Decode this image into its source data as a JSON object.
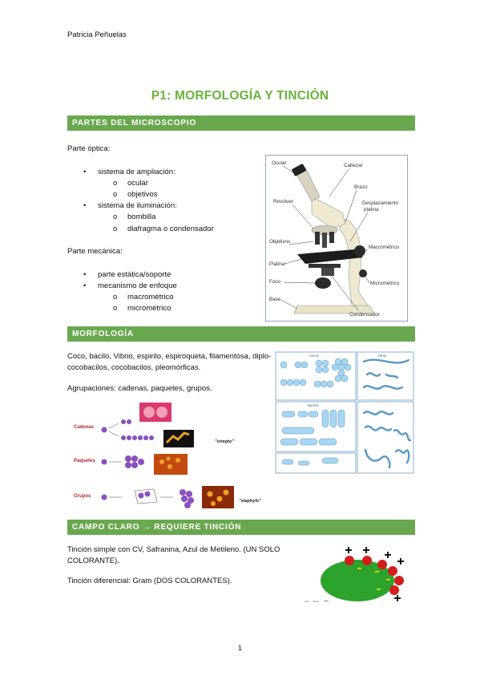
{
  "header": {
    "author": "Patricia Peñuelas"
  },
  "title": "P1: MORFOLOGÍA Y TINCIÓN",
  "section1": {
    "heading": "PARTES DEL MICROSCOPIO",
    "optica_label": "Parte óptica:",
    "optica_items": [
      {
        "label": "sistema de ampliación:",
        "sub": [
          "ocular",
          "objetivos"
        ]
      },
      {
        "label": "sistema de iluminación:",
        "sub": [
          "bombilla",
          "diafragma o condensador"
        ]
      }
    ],
    "mecanica_label": "Parte mecánica:",
    "mecanica_items": [
      {
        "label": "parte estática/soporte",
        "sub": []
      },
      {
        "label": "mecanismo de enfoque",
        "sub": [
          "macrométrico",
          "micrométrico"
        ]
      }
    ],
    "microscope_labels": {
      "ocular": "Ocular",
      "cabezal": "Cabezal",
      "brazo": "Brazo",
      "revolver": "Revólver",
      "desplazamiento": "Desplazamiento",
      "platina_r": "platina",
      "objetivos": "Objetivos",
      "macrometrico": "Macrométrico",
      "platina": "Platina",
      "foco": "Foco",
      "micrometrico": "Micrométrico",
      "base": "Base",
      "condensador": "Condensador"
    }
  },
  "section2": {
    "heading": "MORFOLOGÍA",
    "text1_line1": "Coco, bacilo, Vibrio, espirilo, espiroqueta, filamentosa, diplo-",
    "text1_line2": "cocobacilos, cocobacilos, pleomórficas.",
    "text2": "Agrupaciones: cadenas, paquetes, grupos.",
    "groups": {
      "cadenas": "Cadenas",
      "paquetes": "Paquetes",
      "grupos": "Grupos",
      "strepto": "\"strepto\"",
      "staphylo": "\"staphylo\""
    },
    "shapes_labels": {
      "cocos": "Cocos",
      "otros": "Otros",
      "bacilos": "Bacilos"
    }
  },
  "section3": {
    "heading": "CAMPO CLARO → REQUIERE TINCIÓN",
    "text1_line1": "Tinción simple con CV, Safranina, Azul de Metileno. (UN SOLO",
    "text1_line2": "COLORANTE).",
    "text2": "Tinción diferencial: Gram (DOS COLORANTES)."
  },
  "footer": {
    "page": "1"
  },
  "colors": {
    "accent": "#6aa84f",
    "title": "#6ab33a"
  }
}
